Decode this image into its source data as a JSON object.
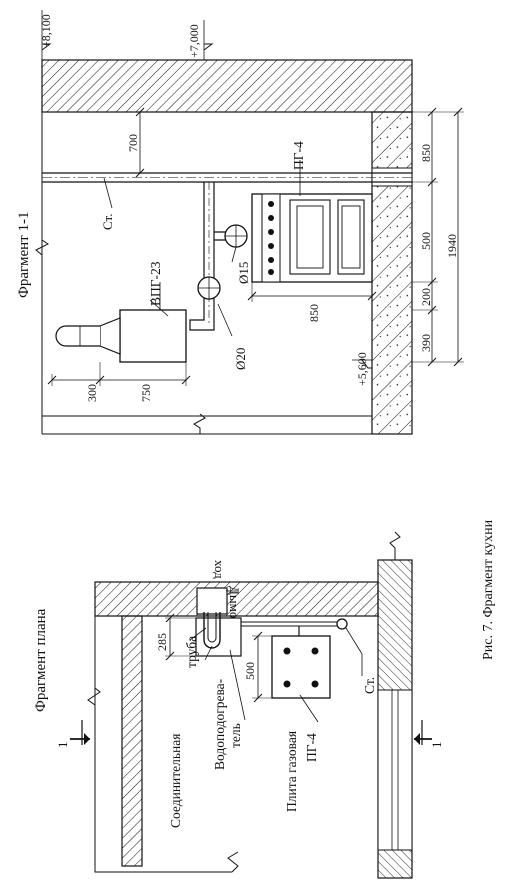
{
  "figure": {
    "caption": "Рис. 7. Фрагмент кухни"
  },
  "plan": {
    "title": "Фрагмент плана",
    "section_mark": "1",
    "labels": {
      "chimney_line1": "Дымо-",
      "chimney_line2": "ход",
      "connecting_pipe_line1": "Соединительная",
      "connecting_pipe_line2": "труба",
      "heater_line1": "Водоподогрева-",
      "heater_line2": "тель",
      "stove_line1": "Плита газовая",
      "stove_line2": "ПГ-4",
      "riser": "Ст."
    },
    "dimensions": {
      "heater_depth": "285",
      "stove_width": "500"
    }
  },
  "section": {
    "title": "Фрагмент 1-1",
    "labels": {
      "riser": "Ст.",
      "heater": "ВПГ-23",
      "stove": "ПГ-4",
      "pipe_d15": "Ø15",
      "pipe_d20": "Ø20"
    },
    "levels": {
      "top": "+8,100",
      "mid": "+7,000",
      "floor": "+5,600"
    },
    "dimensions": {
      "riser_offset": "700",
      "heater_bottom": "300",
      "heater_height": "750",
      "stove_height": "850",
      "right_1": "850",
      "right_2": "500",
      "right_3": "200",
      "right_4": "390",
      "right_total": "1940"
    }
  }
}
